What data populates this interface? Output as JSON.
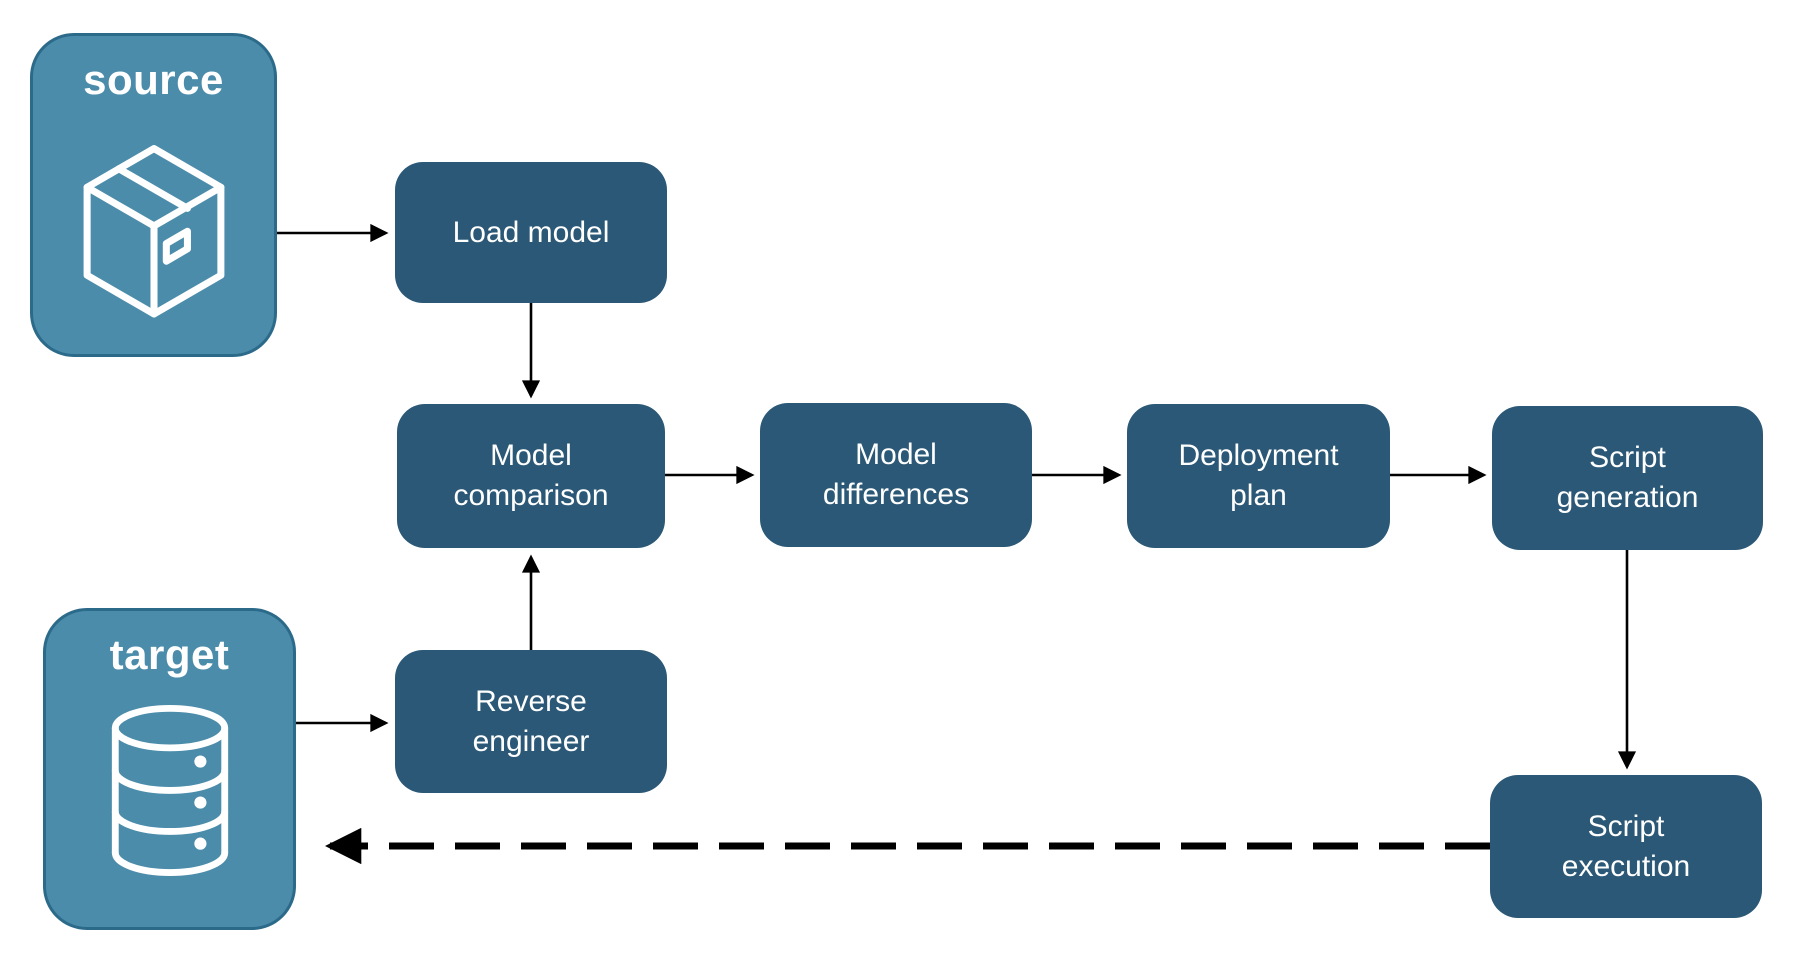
{
  "colors": {
    "node_fill": "#2B5876",
    "endpoint_fill": "#4B8CAB",
    "endpoint_border": "#2C6A8A",
    "arrow": "#000000",
    "label_text": "#FFFFFF"
  },
  "endpoints": {
    "source": {
      "label": "source",
      "icon": "package-icon"
    },
    "target": {
      "label": "target",
      "icon": "database-icon"
    }
  },
  "nodes": {
    "load_model": {
      "label": "Load model"
    },
    "model_comparison": {
      "label": "Model\ncomparison"
    },
    "model_differences": {
      "label": "Model\ndifferences"
    },
    "deployment_plan": {
      "label": "Deployment\nplan"
    },
    "script_generation": {
      "label": "Script\ngeneration"
    },
    "reverse_engineer": {
      "label": "Reverse\nengineer"
    },
    "script_execution": {
      "label": "Script\nexecution"
    }
  },
  "edges": [
    {
      "from": "source",
      "to": "load_model",
      "style": "solid"
    },
    {
      "from": "load_model",
      "to": "model_comparison",
      "style": "solid"
    },
    {
      "from": "model_comparison",
      "to": "model_differences",
      "style": "solid"
    },
    {
      "from": "model_differences",
      "to": "deployment_plan",
      "style": "solid"
    },
    {
      "from": "deployment_plan",
      "to": "script_generation",
      "style": "solid"
    },
    {
      "from": "script_generation",
      "to": "script_execution",
      "style": "solid"
    },
    {
      "from": "target",
      "to": "reverse_engineer",
      "style": "solid"
    },
    {
      "from": "reverse_engineer",
      "to": "model_comparison",
      "style": "solid"
    },
    {
      "from": "script_execution",
      "to": "target",
      "style": "dashed"
    }
  ]
}
